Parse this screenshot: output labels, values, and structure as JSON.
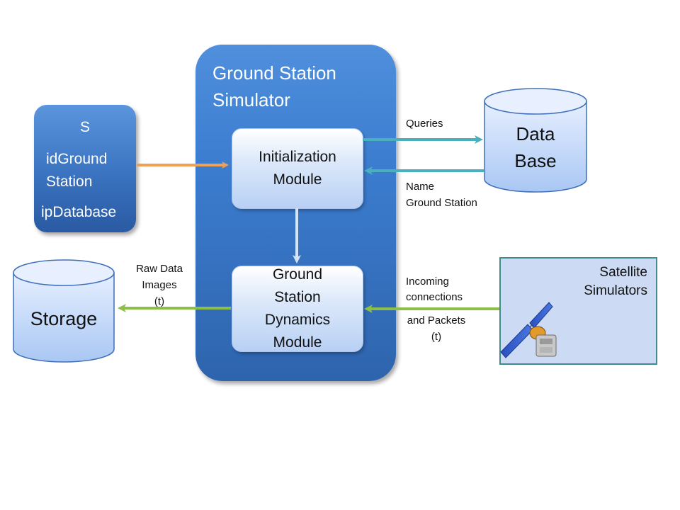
{
  "simulator": {
    "title_line1": "Ground Station",
    "title_line2": "Simulator"
  },
  "input_params": {
    "line1": "S",
    "line2": "idGround",
    "line3": "Station",
    "line4": "ipDatabase"
  },
  "modules": {
    "initialization": [
      "Initialization",
      "Module"
    ],
    "dynamics": [
      "Ground",
      "Station",
      "Dynamics",
      "Module"
    ]
  },
  "database": {
    "line1": "Data",
    "line2": "Base"
  },
  "storage": {
    "label": "Storage"
  },
  "satellites": {
    "line1": "Satellite",
    "line2": "Simulators"
  },
  "edge_labels": {
    "queries": "Queries",
    "name_line1": "Name",
    "name_line2": "Ground Station",
    "raw_line1": "Raw Data",
    "raw_line2": "Images",
    "raw_line3": "(t)",
    "incoming_line1": "Incoming",
    "incoming_line2": "connections",
    "packets_line1": "and Packets",
    "packets_line2": "(t)"
  },
  "colors": {
    "main_box": "#3a78c8",
    "module_fill": "#c9dcf6",
    "orange_arrow": "#f0a055",
    "teal_arrow": "#4ab0be",
    "green_arrow": "#8cbf4a",
    "panel_fill": "#ccdaf3",
    "panel_border": "#3f8b8f"
  }
}
